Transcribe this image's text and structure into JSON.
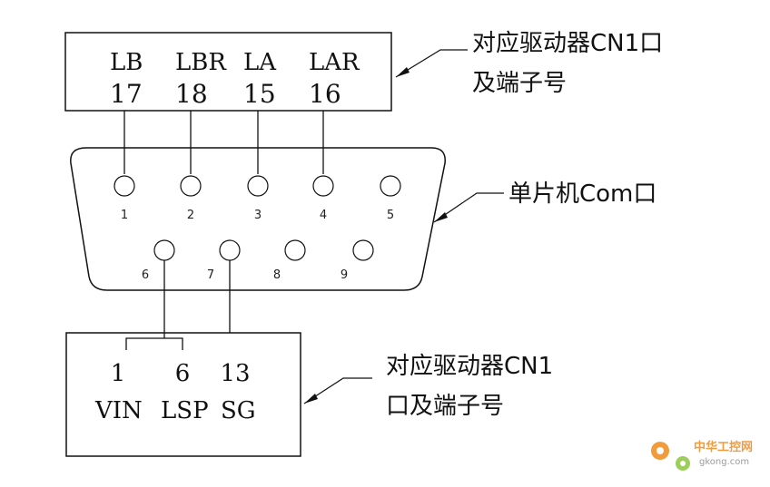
{
  "top_box": {
    "signals": [
      "LB",
      "LBR",
      "LA",
      "LAR"
    ],
    "terminals": [
      "17",
      "18",
      "15",
      "16"
    ],
    "callout_line1": "对应驱动器CN1口",
    "callout_line2": "及端子号"
  },
  "connector": {
    "row1_pins": [
      "1",
      "2",
      "3",
      "4",
      "5"
    ],
    "row2_pins": [
      "6",
      "7",
      "8",
      "9"
    ],
    "callout": "单片机Com口"
  },
  "bottom_box": {
    "terminals": [
      "1",
      "6",
      "13"
    ],
    "signals": [
      "VIN",
      "LSP",
      "SG"
    ],
    "callout_line1": "对应驱动器CN1",
    "callout_line2": "口及端子号"
  },
  "watermark": {
    "cn_text": "中华工控网",
    "url": "gkong.com",
    "color": "#f08a1c"
  }
}
